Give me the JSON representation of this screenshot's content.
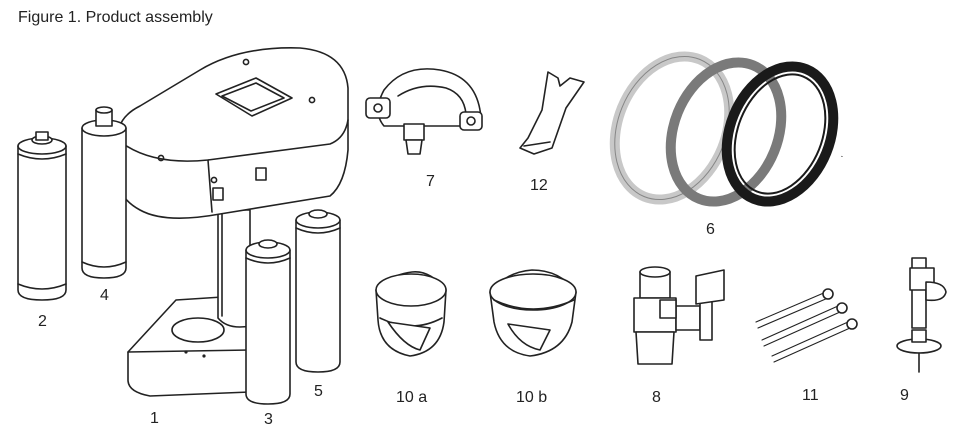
{
  "figure": {
    "title": "Figure 1. Product assembly"
  },
  "labels": {
    "p1": "1",
    "p2": "2",
    "p3": "3",
    "p4": "4",
    "p5": "5",
    "p6": "6",
    "p7": "7",
    "p8": "8",
    "p9": "9",
    "p10a": "10 a",
    "p10b": "10 b",
    "p11": "11",
    "p12": "12"
  },
  "colors": {
    "line": "#222222",
    "ring_light": "#c8c8c8",
    "ring_mid": "#7a7a7a",
    "ring_dark": "#1a1a1a"
  }
}
